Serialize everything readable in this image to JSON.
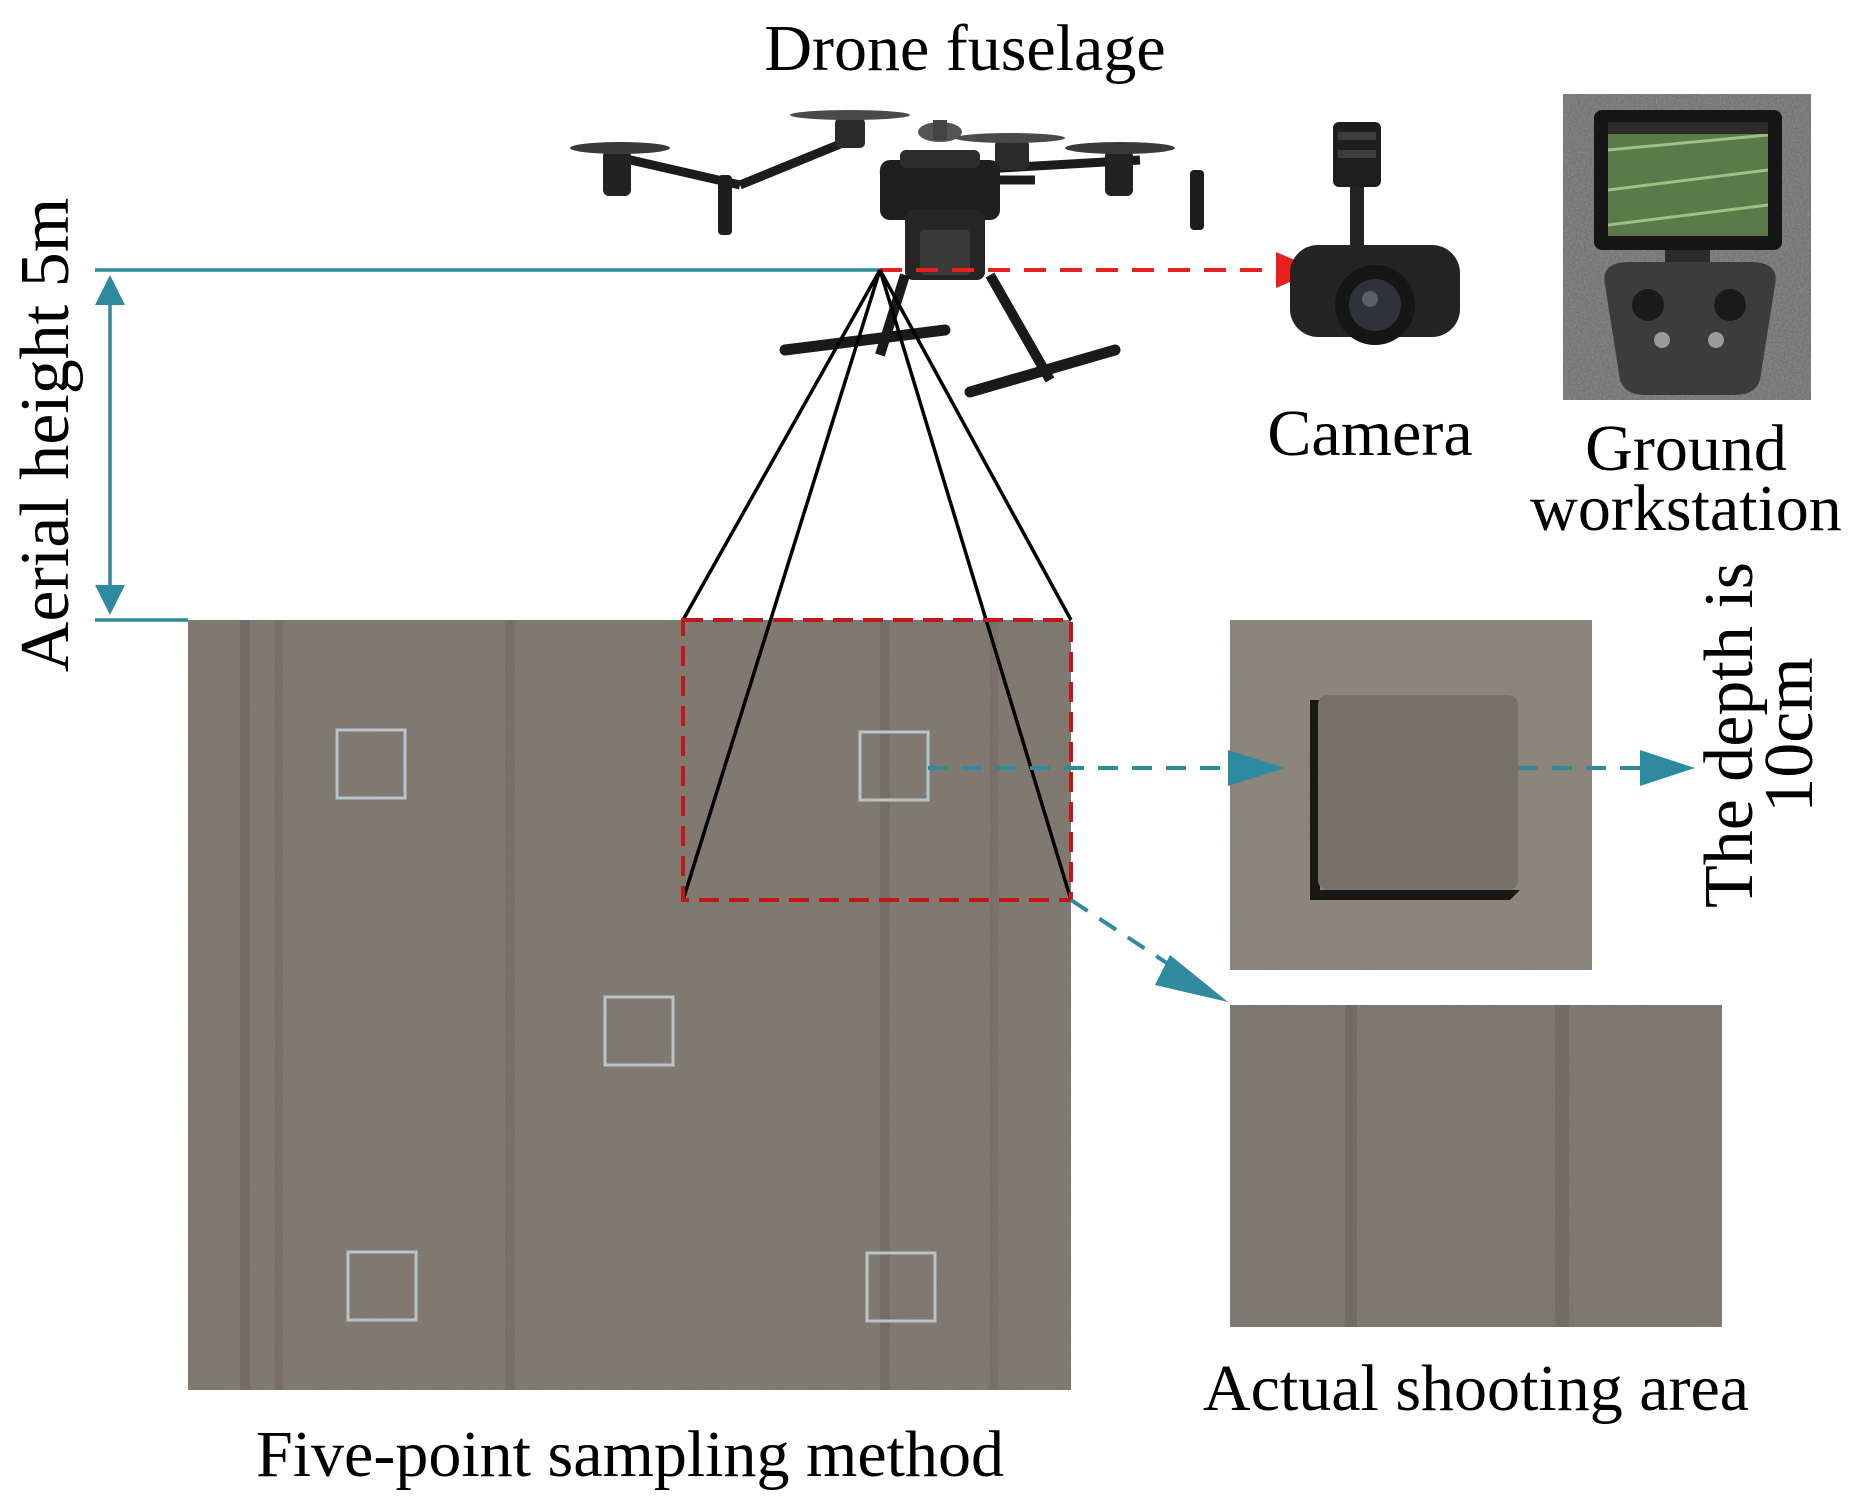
{
  "labels": {
    "drone_fuselage": "Drone fuselage",
    "camera": "Camera",
    "ground_workstation_line1": "Ground",
    "ground_workstation_line2": "workstation",
    "aerial_height": "Aerial height 5m",
    "depth_line1": "The depth is",
    "depth_line2": "10cm",
    "actual_shooting_area": "Actual shooting area",
    "five_point_sampling": "Five-point sampling method"
  },
  "colors": {
    "teal": "#2e8a9e",
    "red_dashed": "#e8201e",
    "dark_red": "#c01818",
    "soil": "#7a7268",
    "soil_dark": "#5e5750",
    "quadrat": "#b8c4cc",
    "line": "#000000"
  },
  "icons": {
    "drone": "drone-icon",
    "camera": "gimbal-camera-icon",
    "controller": "remote-controller-icon"
  }
}
